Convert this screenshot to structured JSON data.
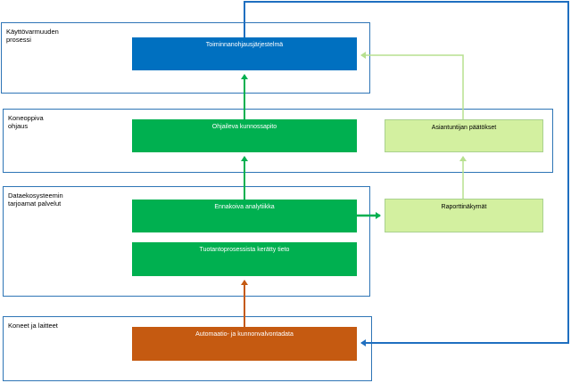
{
  "layers": [
    {
      "id": "operations",
      "label": "Käyttövarmuuden\nprosessi"
    },
    {
      "id": "ml",
      "label": "Koneoppiva\nohjaus"
    },
    {
      "id": "ecosystem",
      "label": "Dataekosysteemin\ntarjoamat palvelut"
    },
    {
      "id": "machines",
      "label": "Koneet  ja laitteet"
    }
  ],
  "boxes": {
    "control_system": "Toiminnanohjausjärjestelmä",
    "guiding_maintenance": "Ohjaileva kunnossapito",
    "expert_decisions": "Asiantuntijan päätökset",
    "predictive_analytics": "Ennakoiva analytiikka",
    "reporting_views": "Raporttinäkymät",
    "production_data": "Tuotantoprosessista kerätty tieto",
    "automation_data": "Automaatio- ja kunnonvalvontadata"
  },
  "colors": {
    "layer_border": "#2e75b6",
    "control_system": "#0070c0",
    "green": "#00b050",
    "light_green": "#d3f0a0",
    "light_green_border": "#a9d18e",
    "orange": "#c55a11",
    "feedback_line": "#1f6fc0"
  }
}
